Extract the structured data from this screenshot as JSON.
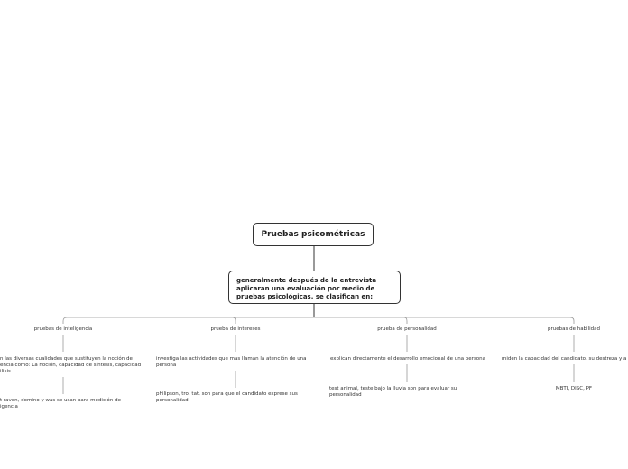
{
  "root": {
    "title": "Pruebas psicométricas"
  },
  "intro": {
    "text": "generalmente después de la entrevista aplicaran una evaluación por medio de pruebas psicológicas, se clasifican en:"
  },
  "branches": [
    {
      "label": "pruebas de inteligencia",
      "description": "n las diversas cualidades que sustituyen la noción de encia como: La noción, capacidad de síntesis, capacidad ilisis.",
      "examples": "t raven, domino y was se usan para medición de igencia"
    },
    {
      "label": "prueba de intereses",
      "description": "investiga las actividades que mas llaman la atención de una persona",
      "examples": "philipson, tro, tat, son para que el candidato exprese sus personalidad"
    },
    {
      "label": "prueba de personalidad",
      "description": "explican directamente el desarrollo emocional de una persona",
      "examples": "test animal, teste bajo la lluvia son para evaluar su personalidad"
    },
    {
      "label": "pruebas de habilidad",
      "description": "miden la capacidad del candidato, su destreza y a",
      "examples": "MBTI, DISC, PF"
    }
  ]
}
